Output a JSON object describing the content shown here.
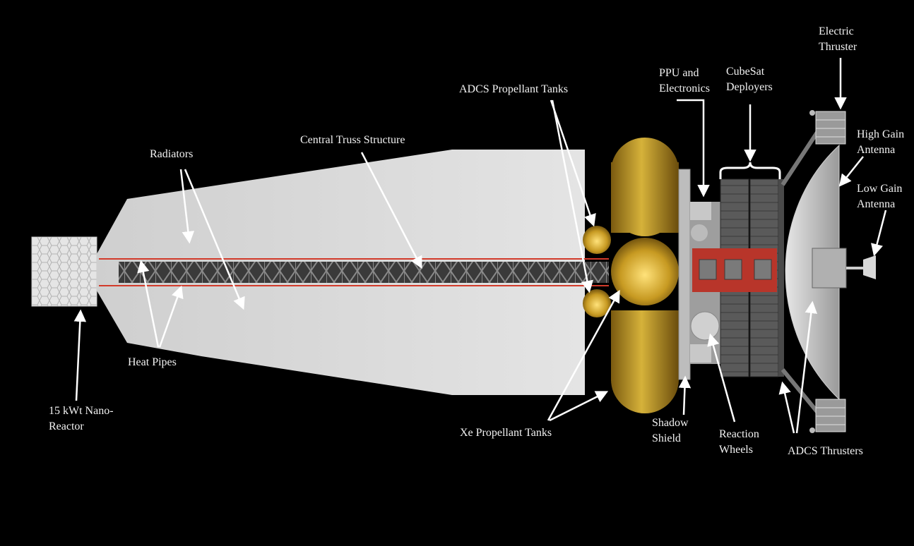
{
  "diagram": {
    "background_color": "#000000",
    "radiator_color": "#d9d9d9",
    "tank_color": "#c8a530",
    "heat_pipe_color": "#d23a2a",
    "arrow_color": "#ffffff",
    "labels": {
      "reactor": [
        "15 kWt Nano-",
        "Reactor"
      ],
      "radiators": [
        "Radiators"
      ],
      "heat_pipes": [
        "Heat Pipes"
      ],
      "truss": [
        "Central Truss Structure"
      ],
      "adcs_tanks": [
        "ADCS Propellant Tanks"
      ],
      "xe_tanks": [
        "Xe Propellant Tanks"
      ],
      "ppu": [
        "PPU and",
        "Electronics"
      ],
      "cubesat": [
        "CubeSat",
        "Deployers"
      ],
      "shadow_shield": [
        "Shadow",
        "Shield"
      ],
      "reaction_wheels": [
        "Reaction",
        "Wheels"
      ],
      "electric_thruster": [
        "Electric",
        "Thruster"
      ],
      "high_gain": [
        "High Gain",
        "Antenna"
      ],
      "low_gain": [
        "Low Gain",
        "Antenna"
      ],
      "adcs_thrusters": [
        "ADCS Thrusters"
      ]
    }
  }
}
